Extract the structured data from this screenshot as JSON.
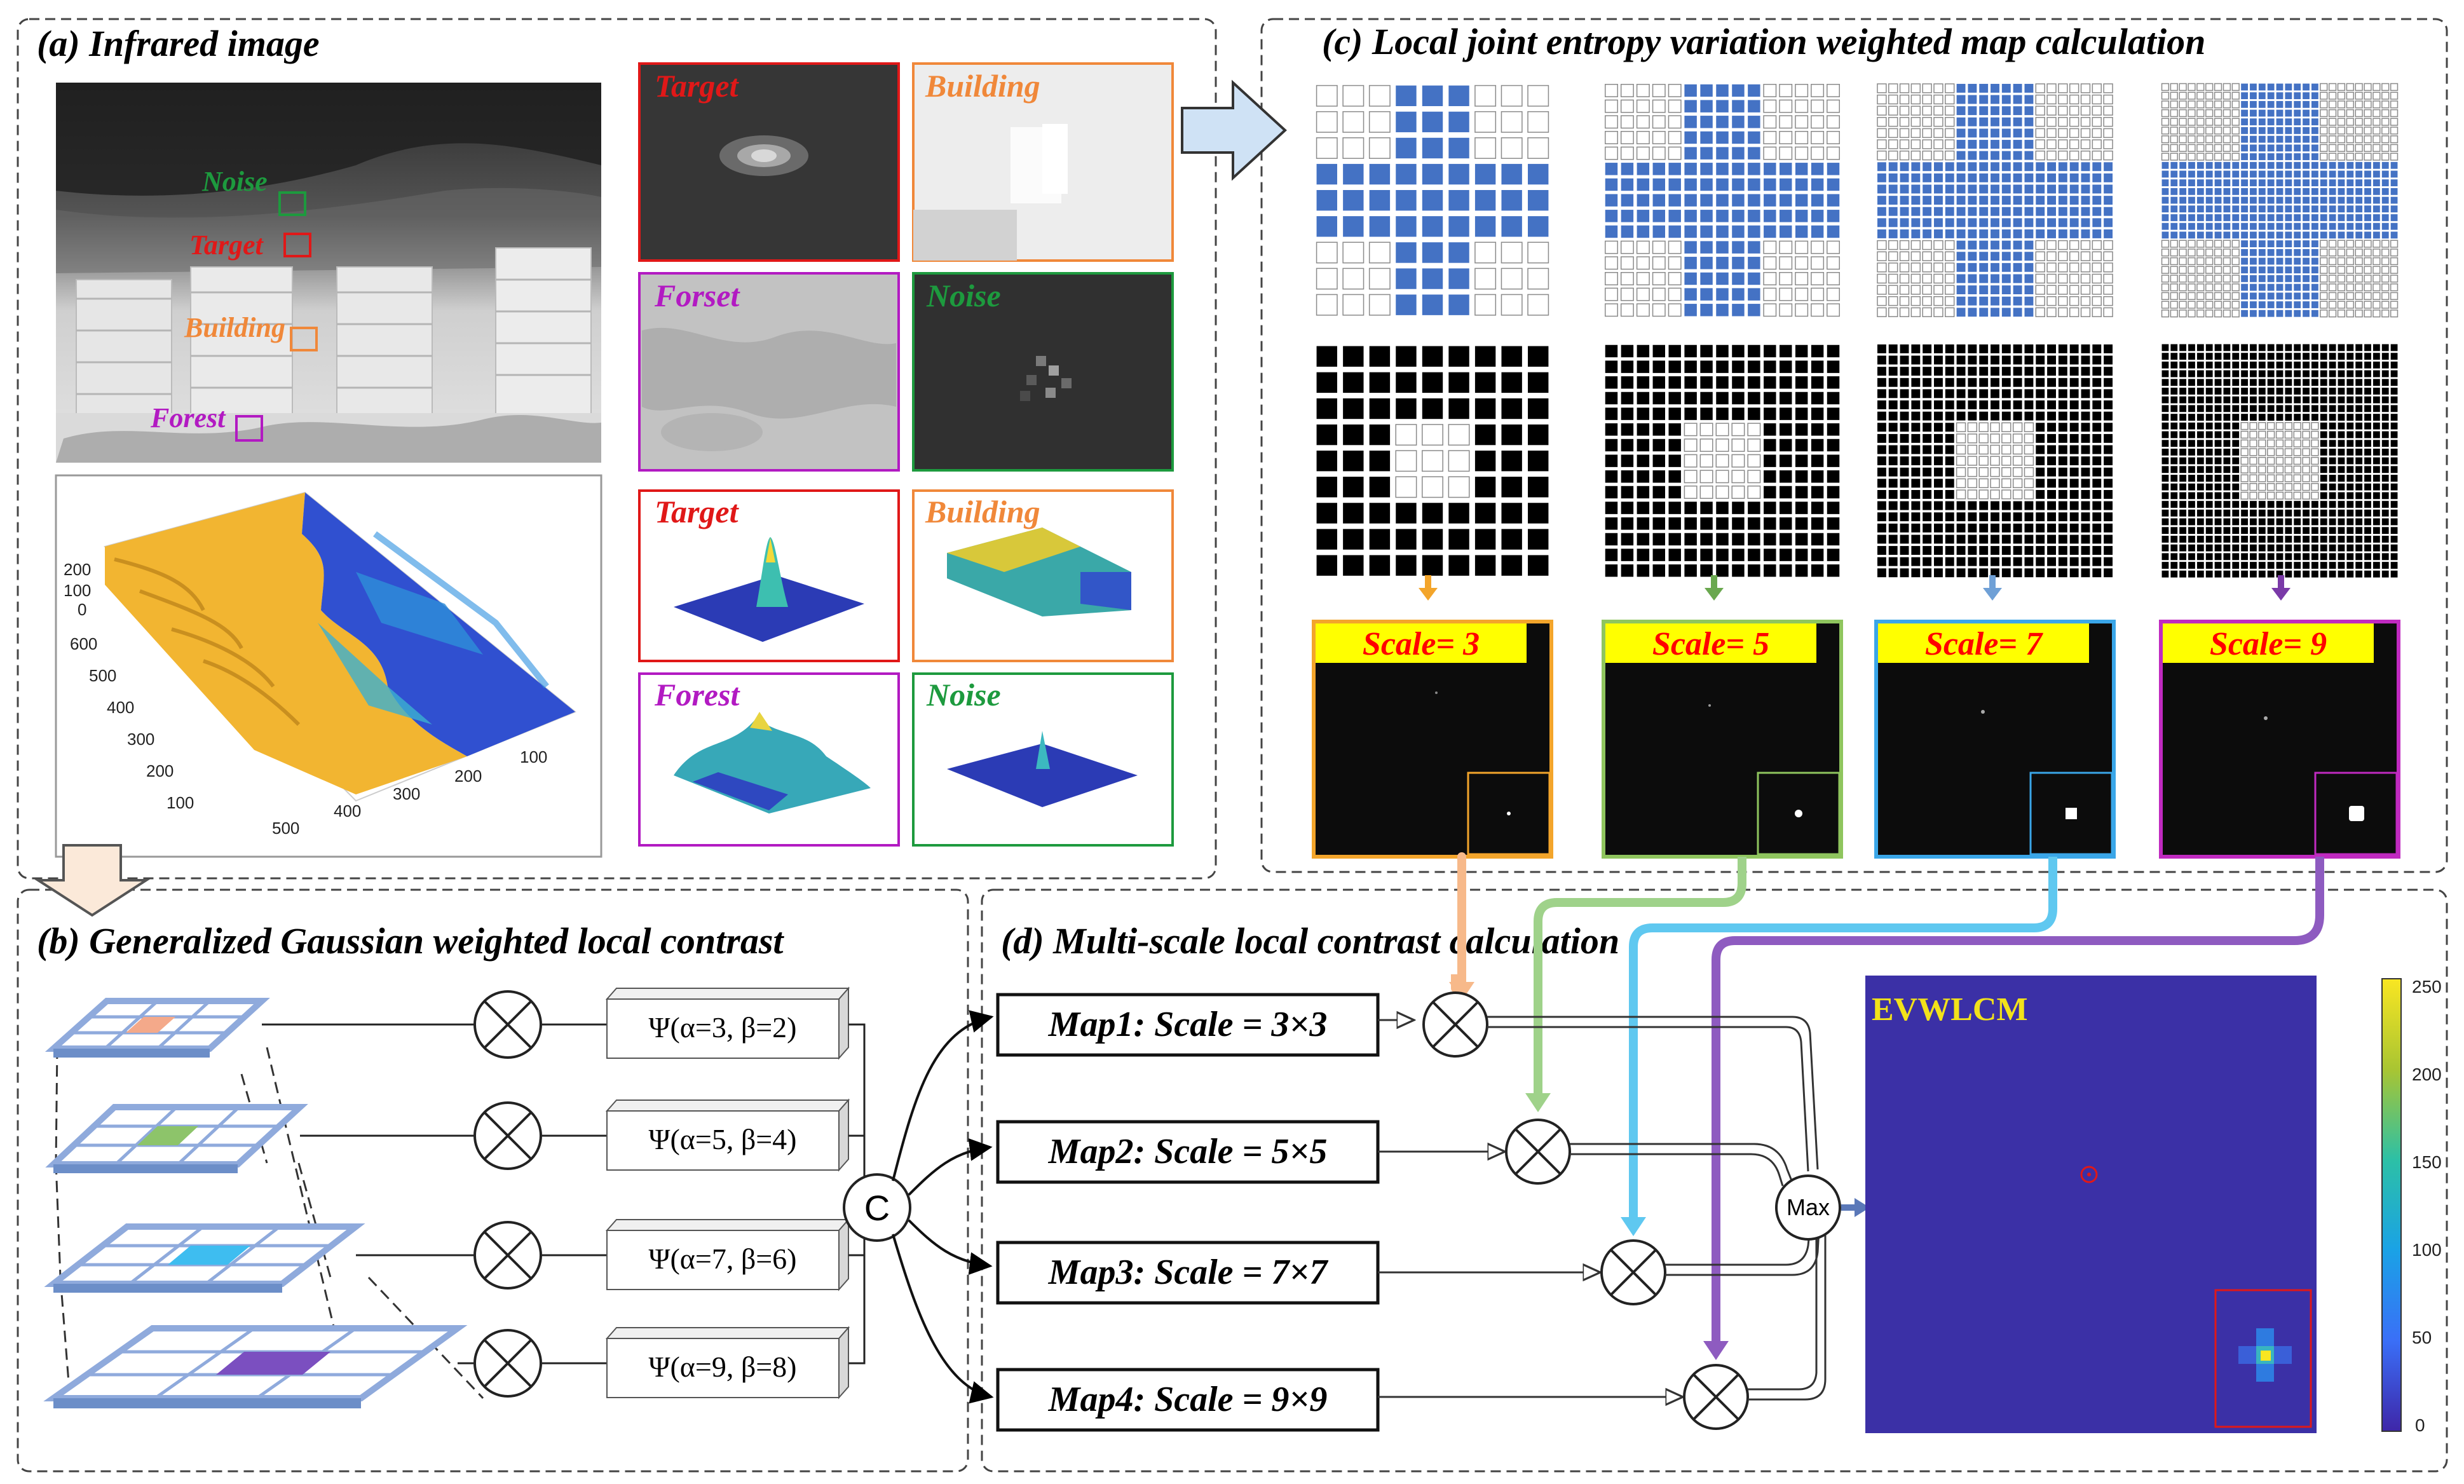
{
  "panels": {
    "a": {
      "title": "(a) Infrared image"
    },
    "b": {
      "title": "(b) Generalized Gaussian weighted local contrast"
    },
    "c": {
      "title": "(c) Local joint entropy variation weighted map calculation"
    },
    "d": {
      "title": "(d) Multi-scale local contrast calculation"
    }
  },
  "image_labels": {
    "noise": "Noise",
    "target": "Target",
    "building": "Building",
    "forest": "Forest"
  },
  "surface_axis_ticks": {
    "z": [
      "200",
      "100",
      "0"
    ],
    "y": [
      "600",
      "500",
      "400",
      "300",
      "200",
      "100"
    ],
    "x": [
      "500",
      "400",
      "300",
      "200",
      "100"
    ]
  },
  "patches": [
    {
      "label": "Target",
      "color": "#e01818"
    },
    {
      "label": "Building",
      "color": "#f0883a"
    },
    {
      "label": "Forset",
      "color": "#b21ac2"
    },
    {
      "label": "Noise",
      "color": "#1d9a3e"
    }
  ],
  "surfaces": [
    {
      "label": "Target",
      "color": "#e01818"
    },
    {
      "label": "Building",
      "color": "#f0883a"
    },
    {
      "label": "Forest",
      "color": "#b21ac2"
    },
    {
      "label": "Noise",
      "color": "#1d9a3e"
    }
  ],
  "psi": [
    "Ψ(α=3,  β=2)",
    "Ψ(α=5,  β=4)",
    "Ψ(α=7,  β=6)",
    "Ψ(α=9,  β=8)"
  ],
  "concat_label": "C",
  "scales": [
    {
      "label": "Scale= 3",
      "border": "#f3a52b",
      "arrow": "#f3a52b",
      "line": "#f7b98a",
      "n": 3
    },
    {
      "label": "Scale= 5",
      "border": "#8fc55e",
      "arrow": "#6aa84f",
      "line": "#9fd28a",
      "n": 5
    },
    {
      "label": "Scale= 7",
      "border": "#3aa6e8",
      "arrow": "#6fa0d6",
      "line": "#5fc8f0",
      "n": 7
    },
    {
      "label": "Scale= 9",
      "border": "#c02ac0",
      "arrow": "#7a3aa8",
      "line": "#8e5bc0",
      "n": 9
    }
  ],
  "maps": [
    "Map1: Scale = 3×3",
    "Map2: Scale = 5×5",
    "Map3: Scale = 7×7",
    "Map4: Scale = 9×9"
  ],
  "max_label": "Max",
  "result": {
    "title": "EVWLCM",
    "colorbar_ticks": [
      "250",
      "200",
      "150",
      "100",
      "50",
      "0"
    ]
  },
  "colors": {
    "grid_blue": "#4472c4",
    "layer_blue": "#8faadc",
    "map_bg": "#3b30a6",
    "colorbar_top": "#f9e622"
  }
}
